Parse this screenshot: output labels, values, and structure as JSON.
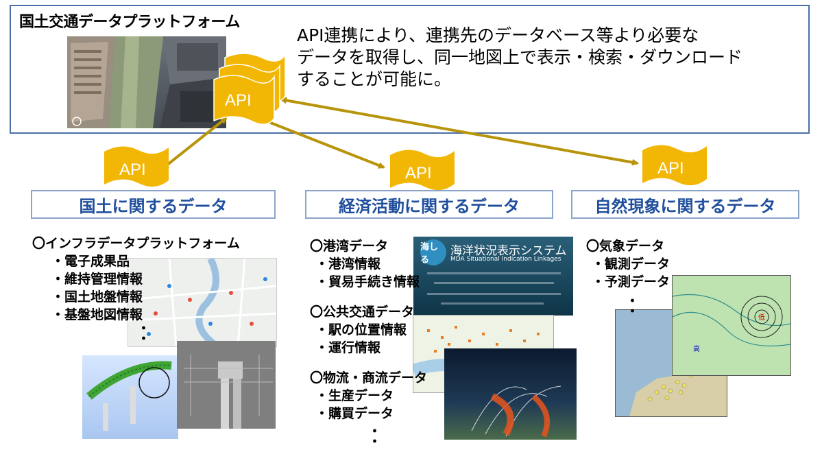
{
  "platform": {
    "title": "国土交通データプラットフォーム",
    "description": [
      "API連携により、連携先のデータベース等より必要な",
      "データを取得し、同一地図上で表示・検索・ダウンロード",
      "することが可能に。"
    ],
    "api_label": "API"
  },
  "api_flags": [
    "API",
    "API",
    "API"
  ],
  "categories": [
    {
      "title": "国土に関するデータ",
      "heading": "〇インフラデータプラットフォーム",
      "items": [
        "・電子成果品",
        "・維持管理情報",
        "・国土地盤情報",
        "・基盤地図情報"
      ]
    },
    {
      "title": "経済活動に関するデータ",
      "groups": [
        {
          "heading": "〇港湾データ",
          "items": [
            "・港湾情報",
            "・貿易手続き情報"
          ]
        },
        {
          "heading": "〇公共交通データ",
          "items": [
            "・駅の位置情報",
            "・運行情報"
          ]
        },
        {
          "heading": "〇物流・商流データ",
          "items": [
            "・生産データ",
            "・購買データ"
          ]
        }
      ]
    },
    {
      "title": "自然現象に関するデータ",
      "heading": "〇気象データ",
      "items": [
        "・観測データ",
        "・予測データ"
      ]
    }
  ],
  "images": {
    "ocean_system": {
      "logo": "海しる",
      "title": "海洋状況表示システム",
      "subtitle": "MDA Situational Indication Linkages"
    }
  },
  "colors": {
    "border": "#4a6fa5",
    "category_text": "#1f4e9c",
    "api_flag": "#f2b705",
    "arrow": "#b8940a"
  }
}
